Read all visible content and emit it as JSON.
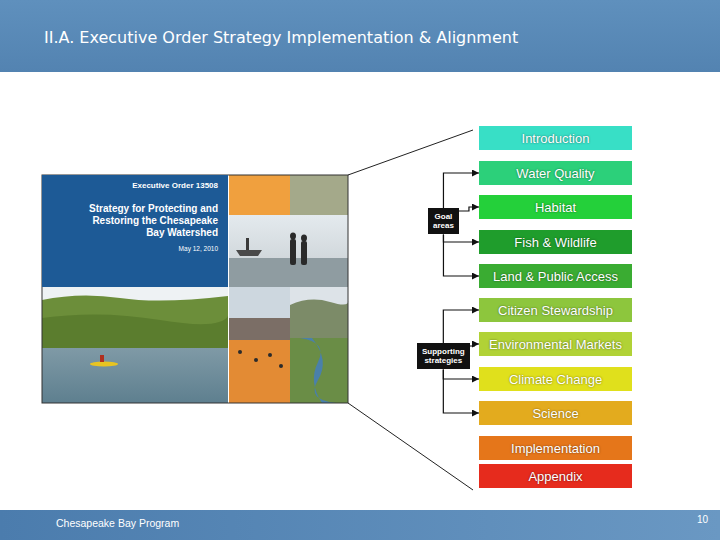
{
  "diagram": {
    "title": "II.A. Executive Order Strategy Implementation & Alignment",
    "nodes": [
      {
        "text": [
          "Executive Order 13508",
          "Strategy for Protecting and Restoring the Chesapeake Bay Watershed",
          "May 12, 2010"
        ]
      },
      {
        "text": [
          "Goal areas"
        ]
      },
      {
        "text": [
          "Supporting strategies"
        ]
      },
      {
        "text": [
          "Introduction"
        ]
      },
      {
        "text": [
          "Water Quality"
        ]
      },
      {
        "text": [
          "Habitat"
        ]
      },
      {
        "text": [
          "Fish & Wildlife"
        ]
      },
      {
        "text": [
          "Land & Public Access"
        ]
      },
      {
        "text": [
          "Citizen Stewardship"
        ]
      },
      {
        "text": [
          "Environmental Markets"
        ]
      },
      {
        "text": [
          "Climate Change"
        ]
      },
      {
        "text": [
          "Science"
        ]
      },
      {
        "text": [
          "Implementation"
        ]
      },
      {
        "text": [
          "Appendix"
        ]
      }
    ],
    "edges": [
      {
        "from": 1,
        "to": 4,
        "arrow": "to"
      },
      {
        "from": 1,
        "to": 5,
        "arrow": "to"
      },
      {
        "from": 1,
        "to": 6,
        "arrow": "to"
      },
      {
        "from": 1,
        "to": 7,
        "arrow": "to"
      },
      {
        "from": 2,
        "to": 8,
        "arrow": "to"
      },
      {
        "from": 2,
        "to": 9,
        "arrow": "to"
      },
      {
        "from": 2,
        "to": 10,
        "arrow": "to"
      },
      {
        "from": 2,
        "to": 11,
        "arrow": "to"
      }
    ],
    "labels": [
      "Chesapeake Bay Program",
      "10"
    ]
  }
}
